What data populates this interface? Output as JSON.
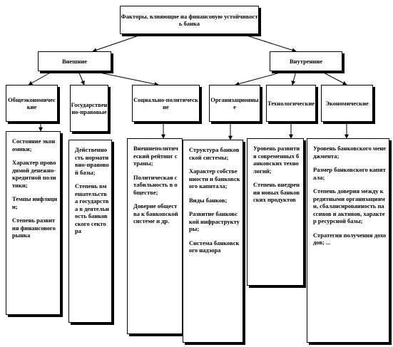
{
  "diagram": {
    "root": {
      "text": "Факторы, влияющие на финансовую устойчивость банка"
    },
    "groups": {
      "external": {
        "label": "Внешние"
      },
      "internal": {
        "label": "Внутренние"
      }
    },
    "categories": [
      {
        "id": "economic",
        "label": "Общеэкономические"
      },
      {
        "id": "state_legal",
        "label": "Государственно-правовые"
      },
      {
        "id": "social_political",
        "label": "Социально-политические"
      },
      {
        "id": "organizational",
        "label": "Организационные"
      },
      {
        "id": "technological",
        "label": "Технологические"
      },
      {
        "id": "economic_internal",
        "label": "Экономические"
      }
    ],
    "details": [
      {
        "id": "economic",
        "items": [
          "Состояние экономики;",
          "Характер проводимой денежно-кредитной политики;",
          "Темпы инфляции;",
          "Степень развития финансового рынка"
        ]
      },
      {
        "id": "state_legal",
        "items": [
          "Действенность нормативно-правовой базы;",
          "Степень вмешательства государства в деятельность банковского сектора"
        ]
      },
      {
        "id": "social_political",
        "items": [
          "Внешнеполитический рейтинг страны;",
          "Политическая стабильность в обществе;",
          "Доверие общества к банковской системе и др."
        ]
      },
      {
        "id": "organizational",
        "items": [
          "Структура банковской системы;",
          "Характер собственности и банковского капитала;",
          "Виды банков;",
          "Развитие банковской инфраструктуры;",
          "Система банковского надзора"
        ]
      },
      {
        "id": "technological",
        "items": [
          "Уровень развития современных банковских технологий;",
          "Степень внедрения новых банковских продуктов"
        ]
      },
      {
        "id": "economic_internal",
        "items": [
          "Уровень банковского менеджмента;",
          "Размер банковского капитала;",
          "Степень доверия между кредитными организациями, сбалансированность пассивов и активов, характер ресурсной базы;",
          "Стратегия получения доходов; ..."
        ]
      }
    ]
  }
}
